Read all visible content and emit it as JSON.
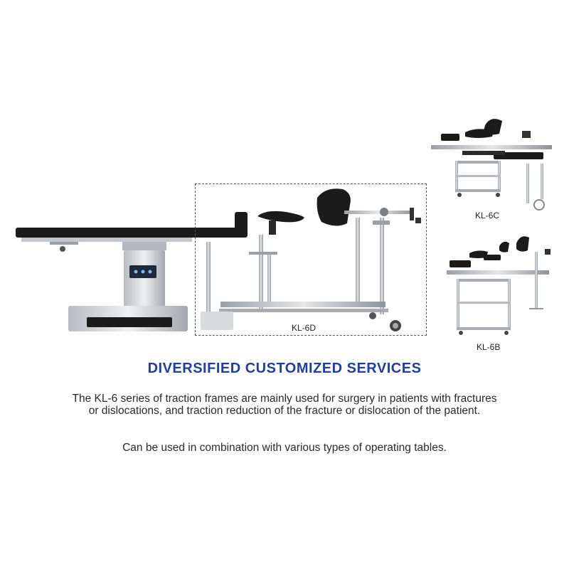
{
  "products": {
    "kl6d": {
      "label": "KL-6D"
    },
    "kl6c": {
      "label": "KL-6C"
    },
    "kl6b": {
      "label": "KL-6B"
    }
  },
  "headline": "DIVERSIFIED CUSTOMIZED SERVICES",
  "description": "The KL-6 series of traction frames are mainly used for surgery in patients with fractures or dislocations, and traction reduction of the fracture or dislocation of the patient.",
  "note": "Can be used in combination with various types of operating tables.",
  "colors": {
    "headline": "#1f3ea6",
    "frame_metal": "#c8ccd0",
    "pad_black": "#1b1b1b"
  }
}
